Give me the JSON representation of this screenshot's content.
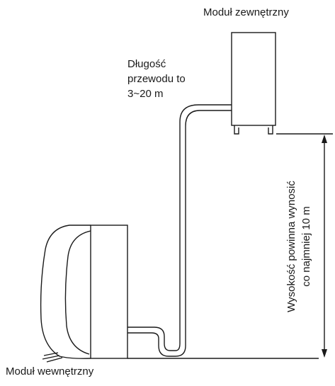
{
  "labels": {
    "outdoor_unit": "Moduł zewnętrzny",
    "indoor_unit": "Moduł wewnętrzny",
    "pipe_length": [
      "Długość",
      "przewodu to",
      "3~20 m"
    ],
    "height_requirement": [
      "Wysokość powinna wynosić",
      "co najmniej 10 m"
    ]
  },
  "colors": {
    "line": "#1a1a1a",
    "background": "#ffffff"
  }
}
